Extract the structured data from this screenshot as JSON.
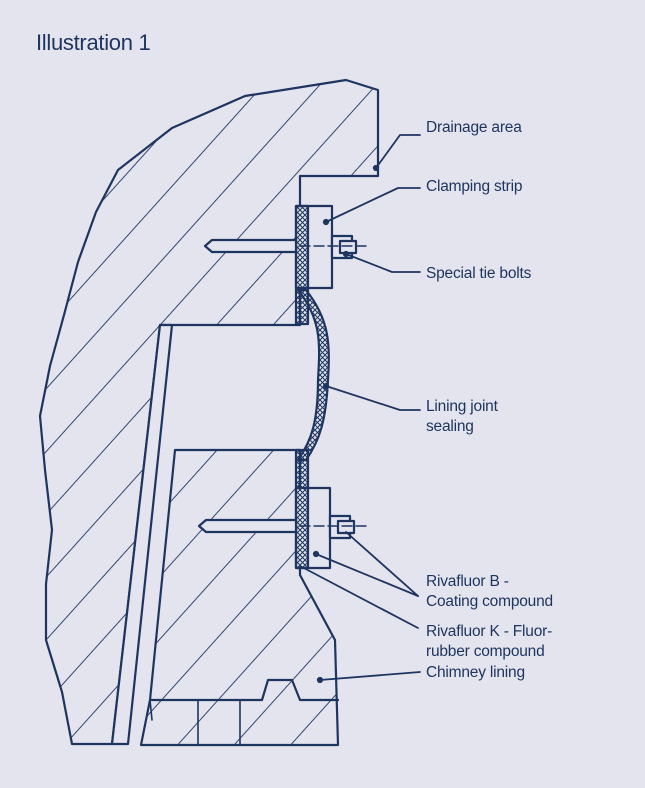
{
  "title": "Illustration 1",
  "colors": {
    "background": "#e3e4ee",
    "line": "#1e3560"
  },
  "labels": {
    "drainage": "Drainage area",
    "clamping": "Clamping strip",
    "bolts": "Special tie bolts",
    "lining_joint": [
      "Lining joint",
      "sealing"
    ],
    "rivafluor_b": [
      "Rivafluor B -",
      "Coating compound"
    ],
    "rivafluor_k": [
      "Rivafluor K - Fluor-",
      "rubber compound"
    ],
    "chimney": "Chimney lining"
  }
}
